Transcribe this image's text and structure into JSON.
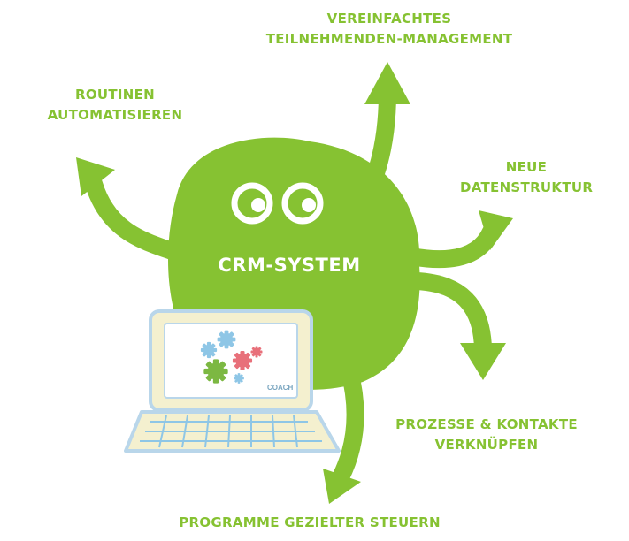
{
  "center": {
    "label": "CRM-SYSTEM"
  },
  "branches": [
    {
      "lines": [
        "VEREINFACHTES",
        "TEILNEHMENDEN-MANAGEMENT"
      ]
    },
    {
      "lines": [
        "ROUTINEN",
        "AUTOMATISIEREN"
      ]
    },
    {
      "lines": [
        "NEUE",
        "DATENSTRUKTUR"
      ]
    },
    {
      "lines": [
        "PROZESSE & KONTAKTE",
        "VERKNÜPFEN"
      ]
    },
    {
      "lines": [
        "PROGRAMME GEZIELTER STEUERN"
      ]
    }
  ],
  "laptop_screen": {
    "logo_text": "COACH"
  },
  "colors": {
    "accent": "#86c232",
    "text_on_accent": "#ffffff",
    "laptop_frame": "#f4f0cf",
    "laptop_outline": "#b9d6ea",
    "gear_blue": "#8ec6e6",
    "gear_red": "#e8707a",
    "gear_green": "#7cb842"
  },
  "icons": [
    "eye-icon",
    "gear-icon",
    "laptop-icon",
    "arrow-icon"
  ]
}
